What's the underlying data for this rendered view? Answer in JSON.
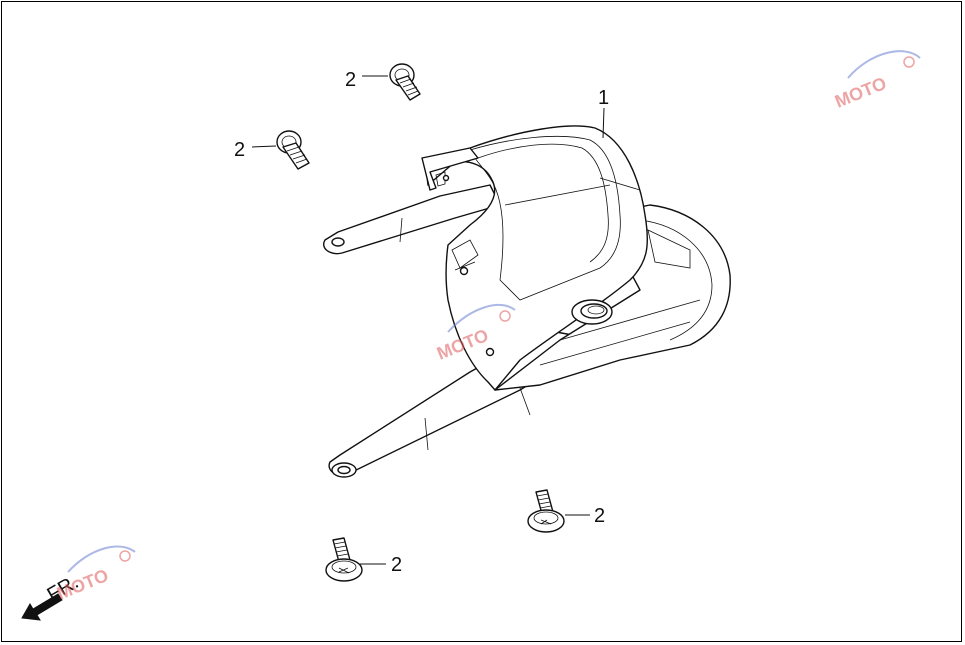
{
  "diagram": {
    "callouts": [
      {
        "id": "c1",
        "text": "1"
      },
      {
        "id": "c2a",
        "text": "2"
      },
      {
        "id": "c2b",
        "text": "2"
      },
      {
        "id": "c2c",
        "text": "2"
      },
      {
        "id": "c2d",
        "text": "2"
      }
    ],
    "direction_label": "FR.",
    "watermark_text": "MOTO",
    "colors": {
      "line": "#111111",
      "background": "#ffffff",
      "watermark_red": "#e05a5a",
      "watermark_blue": "#6a7fd0"
    }
  }
}
